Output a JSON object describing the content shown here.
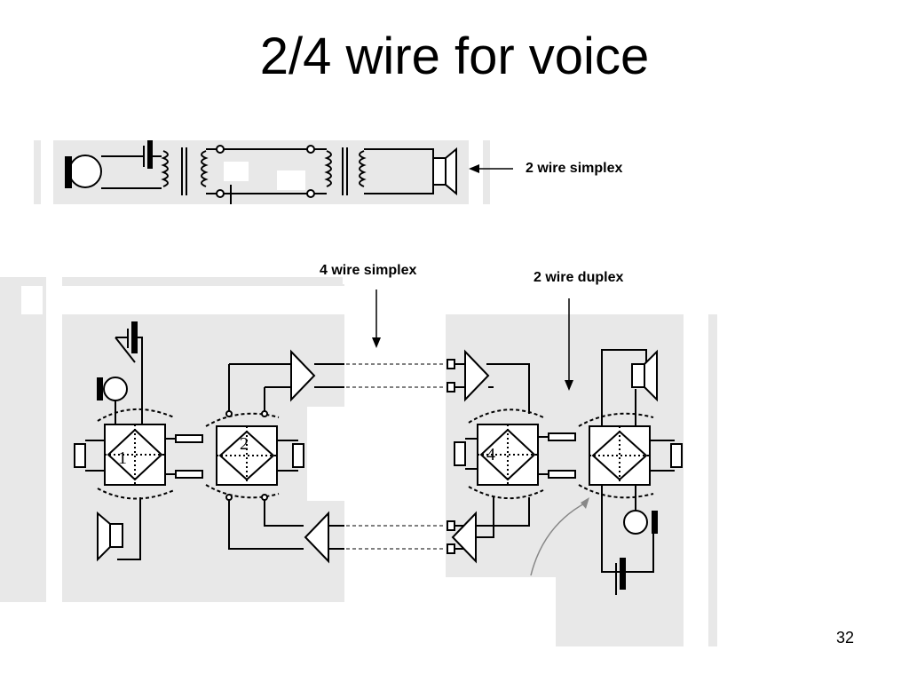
{
  "slide": {
    "title": "2/4 wire for voice",
    "page_number": "32"
  },
  "labels": {
    "two_wire_simplex": "2 wire simplex",
    "four_wire_simplex": "4 wire simplex",
    "two_wire_duplex": "2 wire duplex"
  },
  "hybrids": [
    {
      "number": "1"
    },
    {
      "number": "2"
    },
    {
      "number": "4"
    },
    {
      "number": ""
    }
  ]
}
